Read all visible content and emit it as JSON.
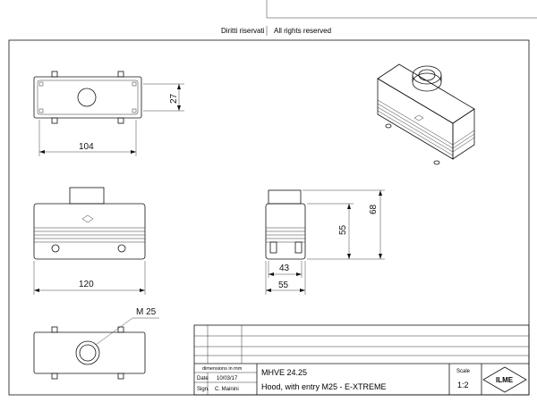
{
  "header": {
    "rights_it": "Diritti riservati",
    "rights_en": "All rights reserved"
  },
  "dimensions": {
    "top_width": "104",
    "top_height": "27",
    "front_width": "120",
    "side_inner_width": "43",
    "side_outer_width": "55",
    "side_height_inner": "55",
    "side_height_outer": "68",
    "thread": "M 25"
  },
  "title_block": {
    "units_label": "dimensions in mm",
    "date_label": "Date",
    "date_value": "10/03/17",
    "sign_label": "Sign.",
    "sign_value": "C. Mainini",
    "code": "MHVE 24.25",
    "description": "Hood, with  entry M25 - E-XTREME",
    "scale_label": "Scale",
    "scale_value": "1:2",
    "logo_text": "ILME"
  },
  "colors": {
    "line": "#111111",
    "paper": "#ffffff"
  }
}
